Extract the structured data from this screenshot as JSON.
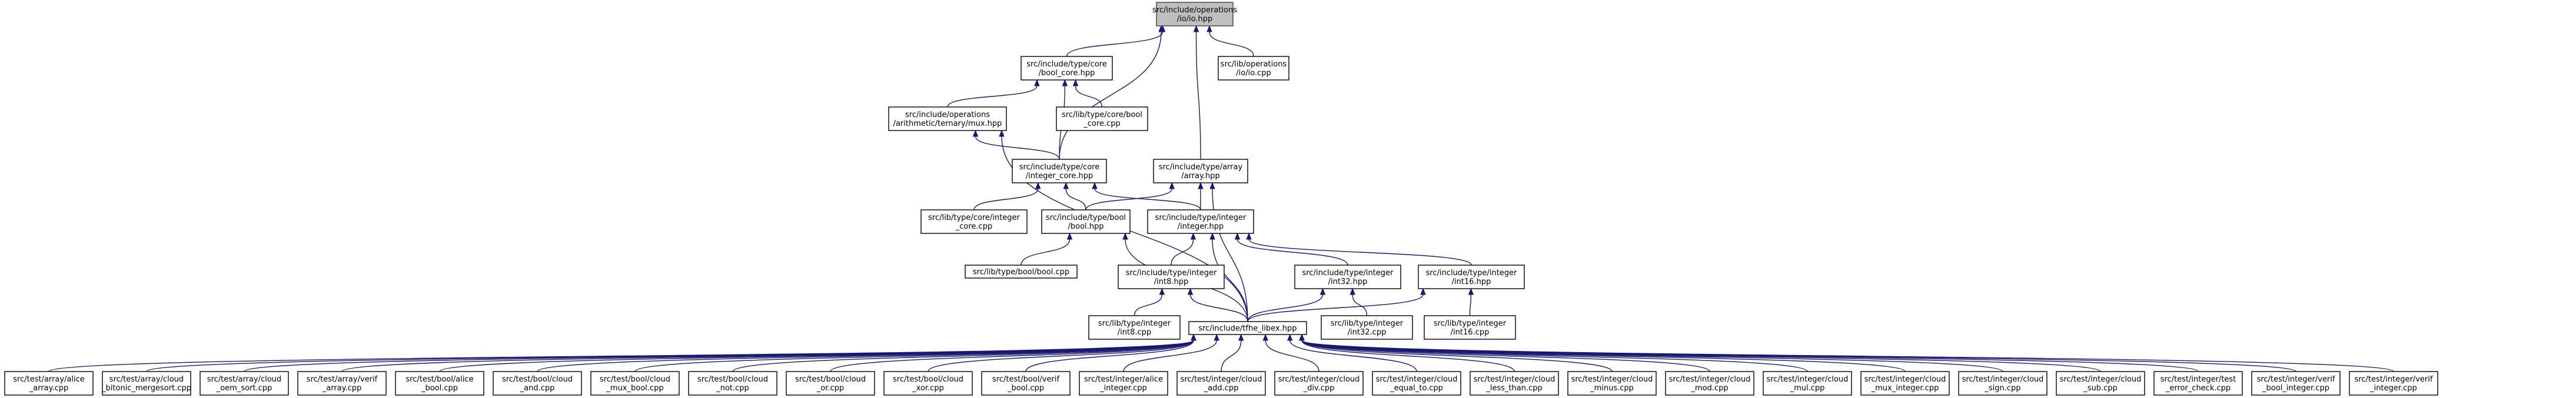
{
  "graph": {
    "direction": "bottom-to-top",
    "colors": {
      "edge": "#191970",
      "root_fill": "#bfbfbf",
      "node_fill": "#ffffff",
      "node_border": "#000000"
    },
    "nodes": [
      {
        "id": "root",
        "lines": [
          "src/include/operations",
          "/io/io.hpp"
        ],
        "root": true
      },
      {
        "id": "bool_core",
        "lines": [
          "src/include/type/core",
          "/bool_core.hpp"
        ]
      },
      {
        "id": "io_cpp",
        "lines": [
          "src/lib/operations",
          "/io/io.cpp"
        ]
      },
      {
        "id": "mux_hpp",
        "lines": [
          "src/include/operations",
          "/arithmetic/ternary/mux.hpp"
        ]
      },
      {
        "id": "bool_core_cpp",
        "lines": [
          "src/lib/type/core/bool",
          "_core.cpp"
        ]
      },
      {
        "id": "integer_core",
        "lines": [
          "src/include/type/core",
          "/integer_core.hpp"
        ]
      },
      {
        "id": "array_hpp",
        "lines": [
          "src/include/type/array",
          "/array.hpp"
        ]
      },
      {
        "id": "integer_core_cpp",
        "lines": [
          "src/lib/type/core/integer",
          "_core.cpp"
        ]
      },
      {
        "id": "bool_hpp",
        "lines": [
          "src/include/type/bool",
          "/bool.hpp"
        ]
      },
      {
        "id": "integer_hpp",
        "lines": [
          "src/include/type/integer",
          "/integer.hpp"
        ]
      },
      {
        "id": "bool_cpp",
        "lines": [
          "src/lib/type/bool/bool.cpp"
        ]
      },
      {
        "id": "int8_hpp",
        "lines": [
          "src/include/type/integer",
          "/int8.hpp"
        ]
      },
      {
        "id": "int32_hpp",
        "lines": [
          "src/include/type/integer",
          "/int32.hpp"
        ]
      },
      {
        "id": "int16_hpp",
        "lines": [
          "src/include/type/integer",
          "/int16.hpp"
        ]
      },
      {
        "id": "int8_cpp",
        "lines": [
          "src/lib/type/integer",
          "/int8.cpp"
        ]
      },
      {
        "id": "tfhe",
        "lines": [
          "src/include/tfhe_libex.hpp"
        ]
      },
      {
        "id": "int32_cpp",
        "lines": [
          "src/lib/type/integer",
          "/int32.cpp"
        ]
      },
      {
        "id": "int16_cpp",
        "lines": [
          "src/lib/type/integer",
          "/int16.cpp"
        ]
      },
      {
        "id": "t0",
        "lines": [
          "src/test/array/alice",
          "_array.cpp"
        ]
      },
      {
        "id": "t1",
        "lines": [
          "src/test/array/cloud",
          "_bitonic_mergesort.cpp"
        ]
      },
      {
        "id": "t2",
        "lines": [
          "src/test/array/cloud",
          "_oem_sort.cpp"
        ]
      },
      {
        "id": "t3",
        "lines": [
          "src/test/array/verif",
          "_array.cpp"
        ]
      },
      {
        "id": "t4",
        "lines": [
          "src/test/bool/alice",
          "_bool.cpp"
        ]
      },
      {
        "id": "t5",
        "lines": [
          "src/test/bool/cloud",
          "_and.cpp"
        ]
      },
      {
        "id": "t6",
        "lines": [
          "src/test/bool/cloud",
          "_mux_bool.cpp"
        ]
      },
      {
        "id": "t7",
        "lines": [
          "src/test/bool/cloud",
          "_not.cpp"
        ]
      },
      {
        "id": "t8",
        "lines": [
          "src/test/bool/cloud",
          "_or.cpp"
        ]
      },
      {
        "id": "t9",
        "lines": [
          "src/test/bool/cloud",
          "_xor.cpp"
        ]
      },
      {
        "id": "t10",
        "lines": [
          "src/test/bool/verif",
          "_bool.cpp"
        ]
      },
      {
        "id": "t11",
        "lines": [
          "src/test/integer/alice",
          "_integer.cpp"
        ]
      },
      {
        "id": "t12",
        "lines": [
          "src/test/integer/cloud",
          "_add.cpp"
        ]
      },
      {
        "id": "t13",
        "lines": [
          "src/test/integer/cloud",
          "_div.cpp"
        ]
      },
      {
        "id": "t14",
        "lines": [
          "src/test/integer/cloud",
          "_equal_to.cpp"
        ]
      },
      {
        "id": "t15",
        "lines": [
          "src/test/integer/cloud",
          "_less_than.cpp"
        ]
      },
      {
        "id": "t16",
        "lines": [
          "src/test/integer/cloud",
          "_minus.cpp"
        ]
      },
      {
        "id": "t17",
        "lines": [
          "src/test/integer/cloud",
          "_mod.cpp"
        ]
      },
      {
        "id": "t18",
        "lines": [
          "src/test/integer/cloud",
          "_mul.cpp"
        ]
      },
      {
        "id": "t19",
        "lines": [
          "src/test/integer/cloud",
          "_mux_integer.cpp"
        ]
      },
      {
        "id": "t20",
        "lines": [
          "src/test/integer/cloud",
          "_sign.cpp"
        ]
      },
      {
        "id": "t21",
        "lines": [
          "src/test/integer/cloud",
          "_sub.cpp"
        ]
      },
      {
        "id": "t22",
        "lines": [
          "src/test/integer/test",
          "_error_check.cpp"
        ]
      },
      {
        "id": "t23",
        "lines": [
          "src/test/integer/verif",
          "_bool_integer.cpp"
        ]
      },
      {
        "id": "t24",
        "lines": [
          "src/test/integer/verif",
          "_integer.cpp"
        ]
      }
    ],
    "edges": [
      [
        "bool_core",
        "root"
      ],
      [
        "io_cpp",
        "root"
      ],
      [
        "integer_core",
        "root"
      ],
      [
        "array_hpp",
        "root"
      ],
      [
        "mux_hpp",
        "bool_core"
      ],
      [
        "bool_core_cpp",
        "bool_core"
      ],
      [
        "integer_core",
        "bool_core"
      ],
      [
        "integer_core",
        "mux_hpp"
      ],
      [
        "tfhe",
        "mux_hpp"
      ],
      [
        "integer_core_cpp",
        "integer_core"
      ],
      [
        "bool_hpp",
        "integer_core"
      ],
      [
        "integer_hpp",
        "integer_core"
      ],
      [
        "bool_hpp",
        "array_hpp"
      ],
      [
        "integer_hpp",
        "array_hpp"
      ],
      [
        "tfhe",
        "array_hpp"
      ],
      [
        "bool_cpp",
        "bool_hpp"
      ],
      [
        "tfhe",
        "bool_hpp"
      ],
      [
        "int8_hpp",
        "integer_hpp"
      ],
      [
        "int32_hpp",
        "integer_hpp"
      ],
      [
        "int16_hpp",
        "integer_hpp"
      ],
      [
        "tfhe",
        "integer_hpp"
      ],
      [
        "int8_cpp",
        "int8_hpp"
      ],
      [
        "tfhe",
        "int8_hpp"
      ],
      [
        "int32_cpp",
        "int32_hpp"
      ],
      [
        "tfhe",
        "int32_hpp"
      ],
      [
        "int16_cpp",
        "int16_hpp"
      ],
      [
        "tfhe",
        "int16_hpp"
      ],
      [
        "t0",
        "tfhe"
      ],
      [
        "t1",
        "tfhe"
      ],
      [
        "t2",
        "tfhe"
      ],
      [
        "t3",
        "tfhe"
      ],
      [
        "t4",
        "tfhe"
      ],
      [
        "t5",
        "tfhe"
      ],
      [
        "t6",
        "tfhe"
      ],
      [
        "t7",
        "tfhe"
      ],
      [
        "t8",
        "tfhe"
      ],
      [
        "t9",
        "tfhe"
      ],
      [
        "t10",
        "tfhe"
      ],
      [
        "t11",
        "tfhe"
      ],
      [
        "t12",
        "tfhe"
      ],
      [
        "t13",
        "tfhe"
      ],
      [
        "t14",
        "tfhe"
      ],
      [
        "t15",
        "tfhe"
      ],
      [
        "t16",
        "tfhe"
      ],
      [
        "t17",
        "tfhe"
      ],
      [
        "t18",
        "tfhe"
      ],
      [
        "t19",
        "tfhe"
      ],
      [
        "t20",
        "tfhe"
      ],
      [
        "t21",
        "tfhe"
      ],
      [
        "t22",
        "tfhe"
      ],
      [
        "t23",
        "tfhe"
      ],
      [
        "t24",
        "tfhe"
      ]
    ]
  }
}
